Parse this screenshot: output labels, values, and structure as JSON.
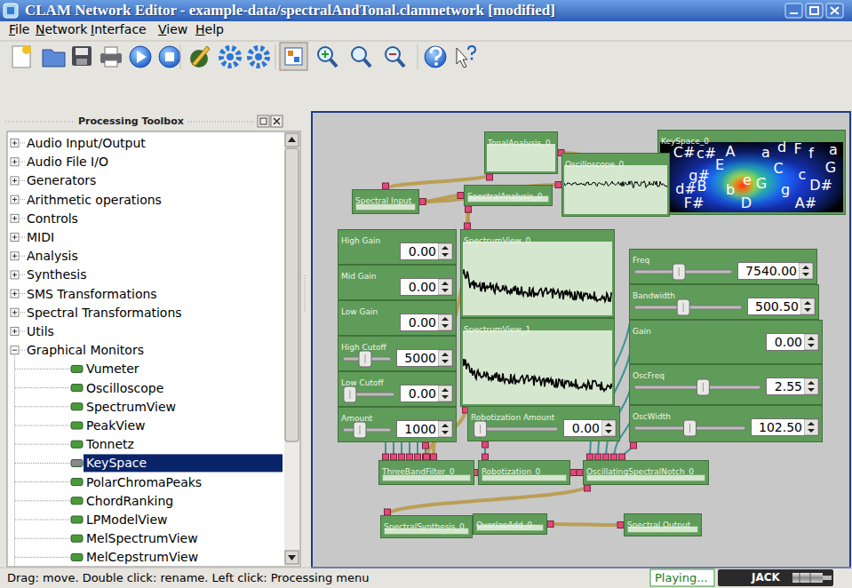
{
  "diagram": {
    "title": "CLAM Network Editor - example-data/spectralAndTonal.clamnetwork [modified]",
    "nodes": [
      {
        "text": [
          "TonalAnalysis_0"
        ]
      },
      {
        "text": [
          "KeySpace_0"
        ]
      },
      {
        "text": [
          "Oscilloscope_0"
        ]
      },
      {
        "text": [
          "Spectral Input"
        ]
      },
      {
        "text": [
          "SpectralAnalysis_0"
        ]
      },
      {
        "text": [
          "High Gain",
          "0.00"
        ]
      },
      {
        "text": [
          "SpectrumView_0"
        ]
      },
      {
        "text": [
          "Mid Gain",
          "0.00"
        ]
      },
      {
        "text": [
          "Low Gain",
          "0.00"
        ]
      },
      {
        "text": [
          "SpectrumView_1"
        ]
      },
      {
        "text": [
          "High Cutoff",
          "5000"
        ]
      },
      {
        "text": [
          "Low Cutoff",
          "0.00"
        ]
      },
      {
        "text": [
          "Amount",
          "1000"
        ]
      },
      {
        "text": [
          "Robotization Amount",
          "0.00"
        ]
      },
      {
        "text": [
          "Freq",
          "7540.00"
        ]
      },
      {
        "text": [
          "Bandwidth",
          "500.50"
        ]
      },
      {
        "text": [
          "Gain",
          "0.00"
        ]
      },
      {
        "text": [
          "OscFreq",
          "2.55"
        ]
      },
      {
        "text": [
          "OscWidth",
          "102.50"
        ]
      },
      {
        "text": [
          "ThreeBandFilter_0"
        ]
      },
      {
        "text": [
          "Robotization_0"
        ]
      },
      {
        "text": [
          "OscillatingSpectralNotch_0"
        ]
      },
      {
        "text": [
          "SpectralSynthesis_0"
        ]
      },
      {
        "text": [
          "OverlapAdd_0"
        ]
      },
      {
        "text": [
          "Spectral Output"
        ]
      }
    ],
    "edges": [
      {
        "from": 3,
        "to": 4,
        "arrow": "none"
      },
      {
        "from": 3,
        "to": 0,
        "arrow": "none"
      },
      {
        "from": 3,
        "to": 2,
        "arrow": "none"
      },
      {
        "from": 0,
        "to": 1,
        "arrow": "none"
      },
      {
        "from": 4,
        "to": 6,
        "arrow": "none"
      },
      {
        "from": 4,
        "to": 19,
        "arrow": "none"
      },
      {
        "from": 5,
        "to": 19,
        "arrow": "none"
      },
      {
        "from": 7,
        "to": 19,
        "arrow": "none"
      },
      {
        "from": 8,
        "to": 19,
        "arrow": "none"
      },
      {
        "from": 10,
        "to": 19,
        "arrow": "none"
      },
      {
        "from": 11,
        "to": 19,
        "arrow": "none"
      },
      {
        "from": 12,
        "to": 19,
        "arrow": "none"
      },
      {
        "from": 19,
        "to": 9,
        "arrow": "none"
      },
      {
        "from": 19,
        "to": 20,
        "arrow": "none"
      },
      {
        "from": 13,
        "to": 20,
        "arrow": "none"
      },
      {
        "from": 20,
        "to": 21,
        "arrow": "none"
      },
      {
        "from": 14,
        "to": 21,
        "arrow": "none"
      },
      {
        "from": 15,
        "to": 21,
        "arrow": "none"
      },
      {
        "from": 16,
        "to": 21,
        "arrow": "none"
      },
      {
        "from": 17,
        "to": 21,
        "arrow": "none"
      },
      {
        "from": 18,
        "to": 21,
        "arrow": "none"
      },
      {
        "from": 21,
        "to": 22,
        "arrow": "none"
      },
      {
        "from": 22,
        "to": 23,
        "arrow": "none"
      },
      {
        "from": 23,
        "to": 24,
        "arrow": "none"
      }
    ],
    "labels": [
      "File",
      "Network",
      "Interface",
      "View",
      "Help",
      "Processing Toolbox",
      "Audio Input/Output",
      "Audio File I/O",
      "Generators",
      "Arithmetic operations",
      "Controls",
      "MIDI",
      "Analysis",
      "Synthesis",
      "SMS Transformations",
      "Spectral Transformations",
      "Utils",
      "Graphical Monitors",
      "Vumeter",
      "Oscilloscope",
      "SpectrumView",
      "PeakView",
      "Tonnetz",
      "KeySpace",
      "PolarChromaPeaks",
      "ChordRanking",
      "LPModelView",
      "MelSpectrumView",
      "MelCepstrumView",
      "Drag: move. Double click: rename. Left click: Processing menu",
      "Playing...",
      "JACK",
      "C#",
      "c#",
      "A",
      "a",
      "d",
      "F",
      "f",
      "a",
      "G",
      "E",
      "g#",
      "B",
      "e",
      "G",
      "C",
      "c",
      "D#",
      "d#",
      "b",
      "g",
      "F#",
      "D",
      "A#"
    ]
  }
}
